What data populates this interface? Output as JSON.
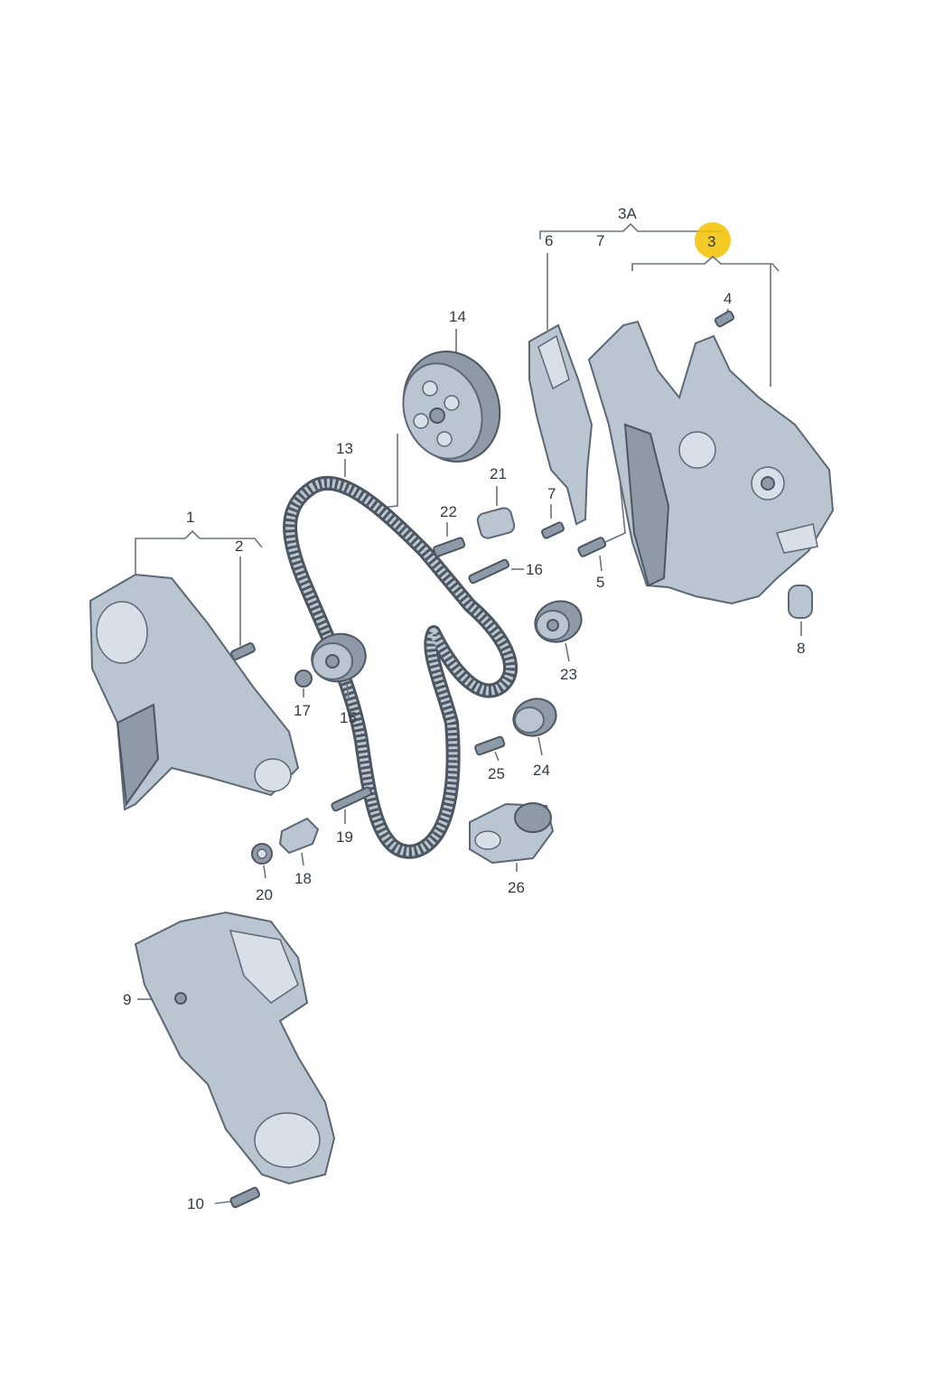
{
  "labels": {
    "l1": "1",
    "l2": "2",
    "l3": "3",
    "l3a": "3A",
    "l4": "4",
    "l5": "5",
    "l6": "6",
    "l7a": "7",
    "l7b": "7",
    "l8": "8",
    "l9": "9",
    "l10": "10",
    "l13": "13",
    "l14": "14",
    "l15": "15",
    "l16": "16",
    "l17": "17",
    "l18": "18",
    "l19": "19",
    "l20": "20",
    "l21": "21",
    "l22": "22",
    "l23": "23",
    "l24": "24",
    "l25": "25",
    "l26": "26"
  },
  "highlight_color": "#f2c200",
  "part_color": "#b9c5d1"
}
